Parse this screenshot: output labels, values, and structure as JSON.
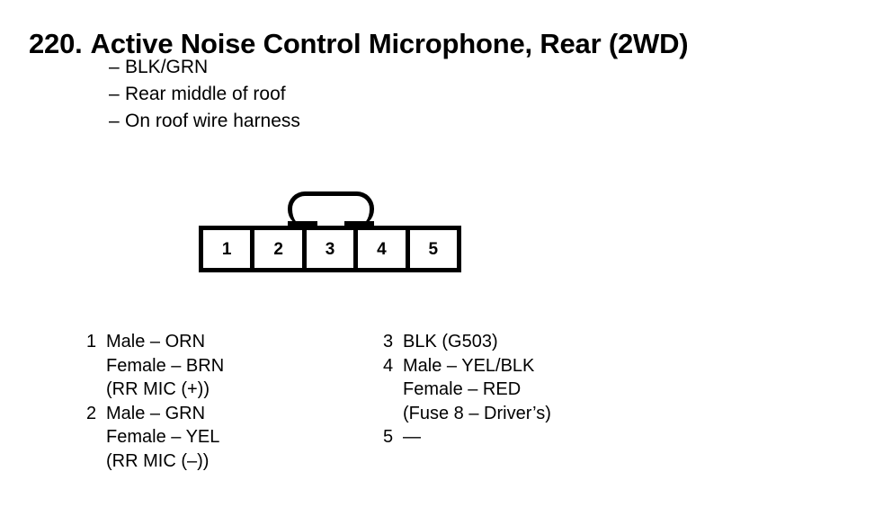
{
  "title": {
    "number": "220.",
    "text": "Active Noise Control Microphone, Rear (2WD)"
  },
  "description": {
    "dash": "–",
    "items": [
      {
        "text": "BLK/GRN"
      },
      {
        "text": "Rear middle of roof"
      },
      {
        "text": "On roof wire harness"
      }
    ]
  },
  "connector": {
    "name": "5-pin connector",
    "latch": "locking-tab",
    "pins": [
      {
        "number": "1"
      },
      {
        "number": "2"
      },
      {
        "number": "3"
      },
      {
        "number": "4"
      },
      {
        "number": "5"
      }
    ]
  },
  "legend": {
    "left": [
      {
        "number": "1",
        "lines": [
          "Male – ORN",
          "Female – BRN",
          "(RR MIC (+))"
        ]
      },
      {
        "number": "2",
        "lines": [
          "Male – GRN",
          "Female – YEL",
          "(RR MIC (–))"
        ]
      }
    ],
    "right": [
      {
        "number": "3",
        "lines": [
          "BLK (G503)"
        ]
      },
      {
        "number": "4",
        "lines": [
          "Male – YEL/BLK",
          "Female – RED",
          "(Fuse 8 – Driver’s)"
        ]
      },
      {
        "number": "5",
        "lines": [
          "—"
        ]
      }
    ]
  },
  "colors": {
    "background": "#ffffff",
    "ink": "#000000"
  }
}
